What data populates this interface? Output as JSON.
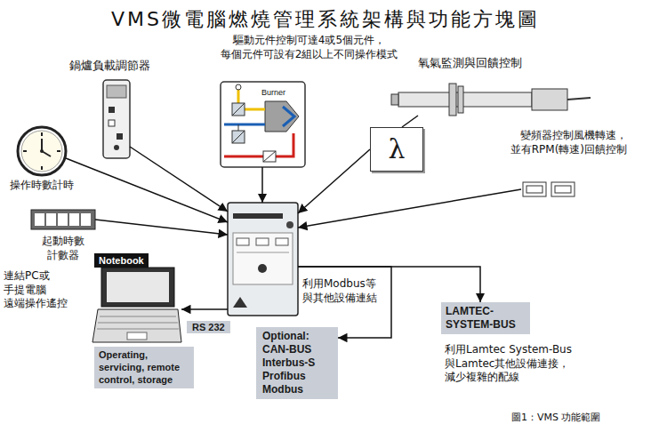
{
  "diagram": {
    "title": "VMS微電腦燃燒管理系統架構與功能方塊圖",
    "caption": "圖1：VMS 功能範圍",
    "nodes": [
      {
        "text": [
          "鍋爐負載調節器"
        ]
      },
      {
        "text": [
          "驅動元件控制可達4或5個元件， 每個元件可設有2組以上不同操作模式",
          "Burner"
        ]
      },
      {
        "text": [
          "氧氣監測與回饋控制"
        ]
      },
      {
        "text": [
          "λ"
        ]
      },
      {
        "text": [
          "變頻器控制風機轉速， 並有RPM(轉速)回饋控制"
        ]
      },
      {
        "text": [
          "操作時數計時"
        ]
      },
      {
        "text": [
          "起動時數 計數器"
        ]
      },
      {
        "text": []
      },
      {
        "text": [
          "Notebook",
          "連結PC或 手提電腦 遠端操作遙控"
        ]
      },
      {
        "text": [
          "Operating, servicing, remote control, storage"
        ]
      },
      {
        "text": [
          "利用Modbus等 與其他設備連結",
          "Optional: CAN-BUS Interbus-S Profibus Modbus"
        ]
      },
      {
        "text": [
          "LAMTEC- SYSTEM-BUS",
          "利用Lamtec System-Bus 與Lamtec其他設備連接， 減少複雜的配線"
        ]
      }
    ],
    "edges": [
      {
        "from": 0,
        "to": 7,
        "arrow": "to"
      },
      {
        "from": 1,
        "to": 7,
        "arrow": "to"
      },
      {
        "from": 2,
        "to": 3,
        "arrow": "none"
      },
      {
        "from": 3,
        "to": 7,
        "arrow": "to"
      },
      {
        "from": 4,
        "to": 7,
        "arrow": "to"
      },
      {
        "from": 5,
        "to": 7,
        "arrow": "to"
      },
      {
        "from": 6,
        "to": 7,
        "arrow": "to"
      },
      {
        "from": 7,
        "to": 8,
        "arrow": "to",
        "label": "RS 232"
      },
      {
        "from": 7,
        "to": 10,
        "arrow": "to"
      },
      {
        "from": 7,
        "to": 11,
        "arrow": "to"
      }
    ]
  }
}
